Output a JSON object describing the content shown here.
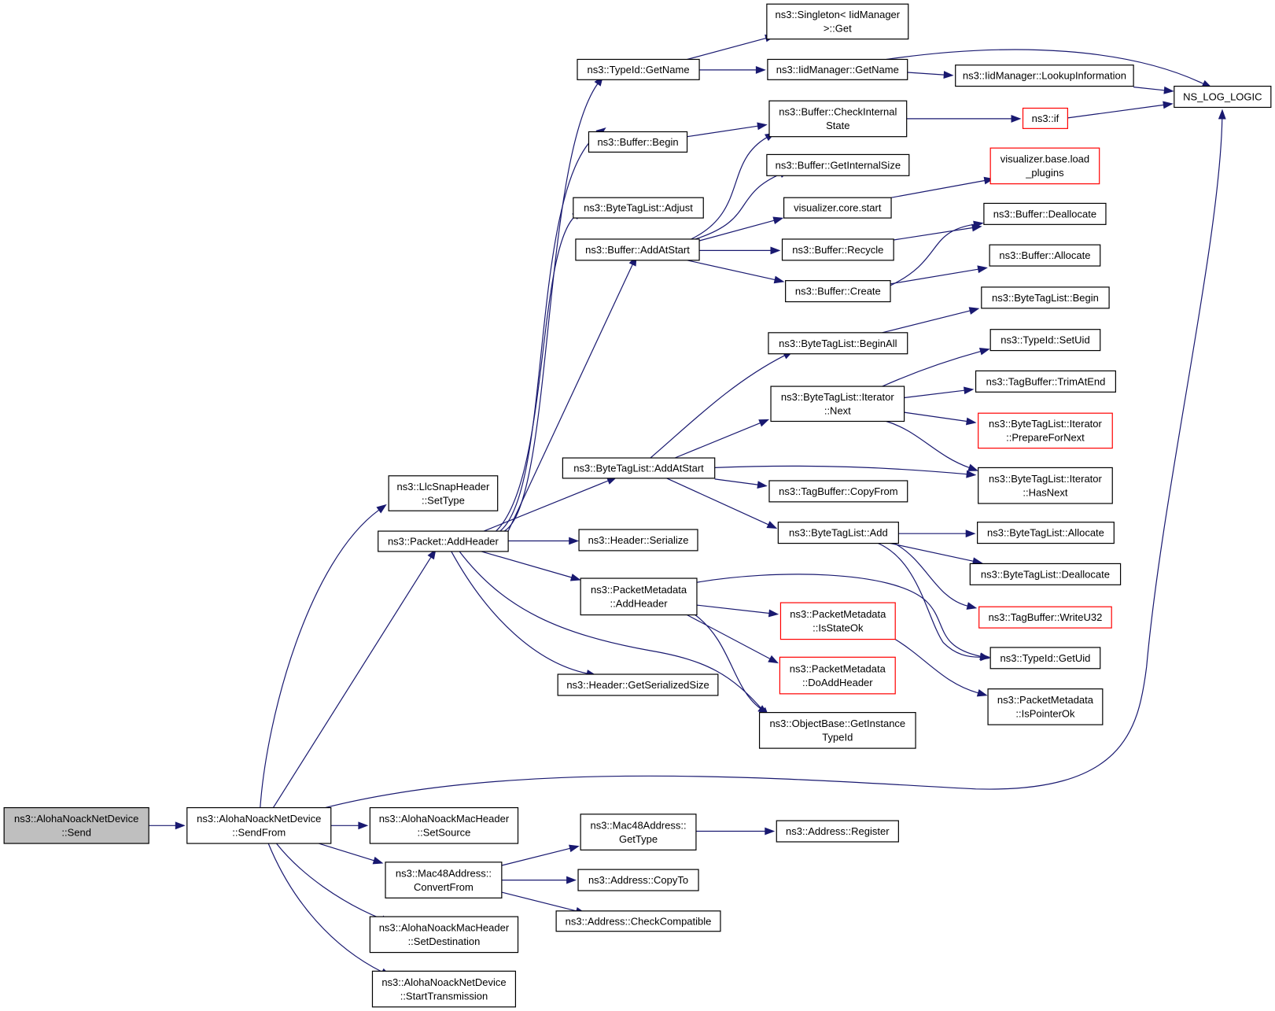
{
  "colors": {
    "edge": "#191970",
    "root_fill": "#bfbfbf",
    "red_border": "#ff0000"
  },
  "nodes": {
    "send": [
      "ns3::AlohaNoackNetDevice",
      "::Send"
    ],
    "sendfrom": [
      "ns3::AlohaNoackNetDevice",
      "::SendFrom"
    ],
    "llcsettype": [
      "ns3::LlcSnapHeader",
      "::SetType"
    ],
    "addheader": [
      "ns3::Packet::AddHeader"
    ],
    "setsource": [
      "ns3::AlohaNoackMacHeader",
      "::SetSource"
    ],
    "convertfrom": [
      "ns3::Mac48Address::",
      "ConvertFrom"
    ],
    "setdest": [
      "ns3::AlohaNoackMacHeader",
      "::SetDestination"
    ],
    "starttx": [
      "ns3::AlohaNoackNetDevice",
      "::StartTransmission"
    ],
    "typeidgetname": [
      "ns3::TypeId::GetName"
    ],
    "bufbegin": [
      "ns3::Buffer::Begin"
    ],
    "btladjust": [
      "ns3::ByteTagList::Adjust"
    ],
    "bufaddatstart": [
      "ns3::Buffer::AddAtStart"
    ],
    "btladdatstart": [
      "ns3::ByteTagList::AddAtStart"
    ],
    "hdrserialize": [
      "ns3::Header::Serialize"
    ],
    "pmaddheader": [
      "ns3::PacketMetadata",
      "::AddHeader"
    ],
    "hdrgetsize": [
      "ns3::Header::GetSerializedSize"
    ],
    "mac48gettype": [
      "ns3::Mac48Address::",
      "GetType"
    ],
    "addrcopyto": [
      "ns3::Address::CopyTo"
    ],
    "addrcheckcompat": [
      "ns3::Address::CheckCompatible"
    ],
    "singletonget": [
      "ns3::Singleton< IidManager",
      ">::Get"
    ],
    "iidgetname": [
      "ns3::IidManager::GetName"
    ],
    "bufcheckinternal": [
      "ns3::Buffer::CheckInternal",
      "State"
    ],
    "bufgetinternalsize": [
      "ns3::Buffer::GetInternalSize"
    ],
    "vizcorestart": [
      "visualizer.core.start"
    ],
    "bufrecycle": [
      "ns3::Buffer::Recycle"
    ],
    "bufcreate": [
      "ns3::Buffer::Create"
    ],
    "btlbeginall": [
      "ns3::ByteTagList::BeginAll"
    ],
    "btlitnext": [
      "ns3::ByteTagList::Iterator",
      "::Next"
    ],
    "tbcopyfrom": [
      "ns3::TagBuffer::CopyFrom"
    ],
    "btladd": [
      "ns3::ByteTagList::Add"
    ],
    "pmisstateok": [
      "ns3::PacketMetadata",
      "::IsStateOk"
    ],
    "pmdoaddheader": [
      "ns3::PacketMetadata",
      "::DoAddHeader"
    ],
    "objgetinstance": [
      "ns3::ObjectBase::GetInstance",
      "TypeId"
    ],
    "addrregister": [
      "ns3::Address::Register"
    ],
    "iidlookup": [
      "ns3::IidManager::LookupInformation"
    ],
    "ns3if": [
      "ns3::if"
    ],
    "vizload": [
      "visualizer.base.load",
      "_plugins"
    ],
    "bufdealloc": [
      "ns3::Buffer::Deallocate"
    ],
    "bufalloc": [
      "ns3::Buffer::Allocate"
    ],
    "btlbegin": [
      "ns3::ByteTagList::Begin"
    ],
    "typeidsetuid": [
      "ns3::TypeId::SetUid"
    ],
    "tbtrim": [
      "ns3::TagBuffer::TrimAtEnd"
    ],
    "btlitprep": [
      "ns3::ByteTagList::Iterator",
      "::PrepareForNext"
    ],
    "btlithasnext": [
      "ns3::ByteTagList::Iterator",
      "::HasNext"
    ],
    "btlalloc": [
      "ns3::ByteTagList::Allocate"
    ],
    "btldealloc": [
      "ns3::ByteTagList::Deallocate"
    ],
    "tbwrite": [
      "ns3::TagBuffer::WriteU32"
    ],
    "typeidgetuid": [
      "ns3::TypeId::GetUid"
    ],
    "pmispointerok": [
      "ns3::PacketMetadata",
      "::IsPointerOk"
    ],
    "nslog": [
      "NS_LOG_LOGIC"
    ]
  }
}
